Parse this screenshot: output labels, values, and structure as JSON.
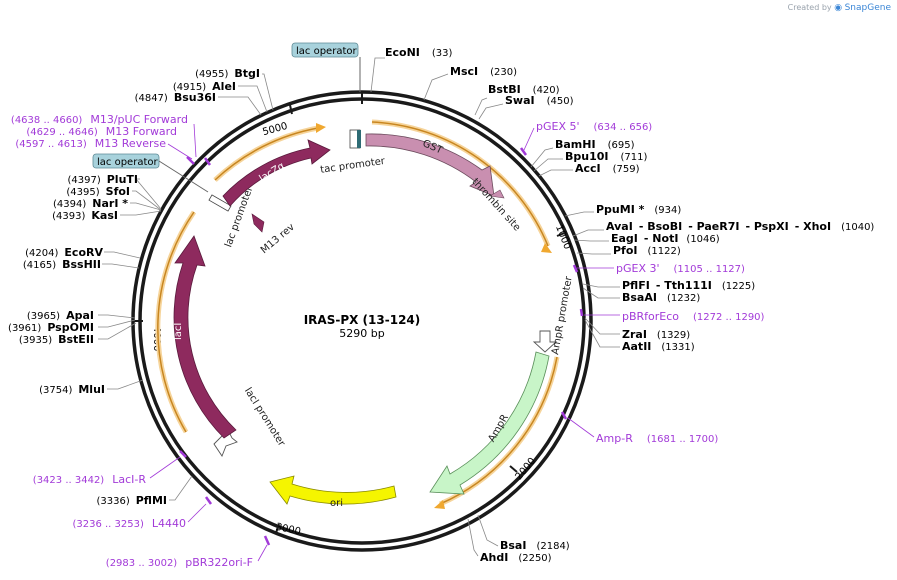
{
  "brand": {
    "prefix": "Created by",
    "name": "SnapGene"
  },
  "plasmid": {
    "name": "IRAS-PX (13-124)",
    "size": "5290 bp"
  },
  "ticks": [
    "1000",
    "2000",
    "3000",
    "4000",
    "5000"
  ],
  "features": {
    "gst": "GST",
    "thrombin": "thrombin site",
    "ampr_promoter": "AmpR promoter",
    "ampr": "AmpR",
    "ori": "ori",
    "laci_promoter": "lacI promoter",
    "laci": "lacI",
    "lac_promoter": "lac promoter",
    "lacza": "lacZα",
    "tac_promoter": "tac promoter",
    "m13rev": "M13 rev",
    "lac_operator_top": "lac operator",
    "lac_operator_left": "lac operator"
  },
  "enzymes": [
    {
      "name": "EcoNI",
      "pos": "(33)"
    },
    {
      "name": "MscI",
      "pos": "(230)"
    },
    {
      "name": "BstBI",
      "pos": "(420)"
    },
    {
      "name": "SwaI",
      "pos": "(450)"
    },
    {
      "name": "BamHI",
      "pos": "(695)"
    },
    {
      "name": "Bpu10I",
      "pos": "(711)"
    },
    {
      "name": "AccI",
      "pos": "(759)"
    },
    {
      "name": "PpuMI *",
      "pos": "(934)"
    },
    {
      "name": "AvaI",
      "pos": ""
    },
    {
      "name": "- BsoBI",
      "pos": ""
    },
    {
      "name": "- PaeR7I",
      "pos": ""
    },
    {
      "name": "- PspXI",
      "pos": ""
    },
    {
      "name": "- XhoI",
      "pos": "(1040)"
    },
    {
      "name": "EagI",
      "pos": ""
    },
    {
      "name": "- NotI",
      "pos": "(1046)"
    },
    {
      "name": "PfoI",
      "pos": "(1122)"
    },
    {
      "name": "PflFI",
      "pos": ""
    },
    {
      "name": "- Tth111I",
      "pos": "(1225)"
    },
    {
      "name": "BsaAI",
      "pos": "(1232)"
    },
    {
      "name": "ZraI",
      "pos": "(1329)"
    },
    {
      "name": "AatII",
      "pos": "(1331)"
    },
    {
      "name": "BsaI",
      "pos": "(2184)"
    },
    {
      "name": "AhdI",
      "pos": "(2250)"
    },
    {
      "name": "PflMI",
      "pos": "(3336)"
    },
    {
      "name": "MluI",
      "pos": "(3754)"
    },
    {
      "name": "BstEII",
      "pos": "(3935)"
    },
    {
      "name": "PspOMI",
      "pos": "(3961)"
    },
    {
      "name": "ApaI",
      "pos": "(3965)"
    },
    {
      "name": "BssHII",
      "pos": "(4165)"
    },
    {
      "name": "EcoRV",
      "pos": "(4204)"
    },
    {
      "name": "KasI",
      "pos": "(4393)"
    },
    {
      "name": "NarI *",
      "pos": "(4394)"
    },
    {
      "name": "SfoI",
      "pos": "(4395)"
    },
    {
      "name": "PluTI",
      "pos": "(4397)"
    },
    {
      "name": "Bsu36I",
      "pos": "(4847)"
    },
    {
      "name": "AleI",
      "pos": "(4915)"
    },
    {
      "name": "BtgI",
      "pos": "(4955)"
    }
  ],
  "primers": [
    {
      "name": "pGEX 5'",
      "range": "(634 .. 656)"
    },
    {
      "name": "pGEX 3'",
      "range": "(1105 .. 1127)"
    },
    {
      "name": "pBRforEco",
      "range": "(1272 .. 1290)"
    },
    {
      "name": "Amp-R",
      "range": "(1681 .. 1700)"
    },
    {
      "name": "pBR322ori-F",
      "range": "(2983 .. 3002)"
    },
    {
      "name": "L4440",
      "range": "(3236 .. 3253)"
    },
    {
      "name": "LacI-R",
      "range": "(3423 .. 3442)"
    },
    {
      "name": "M13 Reverse",
      "range": "(4597 .. 4613)"
    },
    {
      "name": "M13 Forward",
      "range": "(4629 .. 4646)"
    },
    {
      "name": "M13/pUC Forward",
      "range": "(4638 .. 4660)"
    }
  ],
  "colors": {
    "backbone": "#1a1a1a",
    "orf_arrow": "#f0a830",
    "lac_feature": "#8e2a5e",
    "gst": "#c98fb0",
    "ampr": "#c8f5c8",
    "ori": "#f5f500",
    "primer": "#a23ad8",
    "operator": "#a8d2dc"
  }
}
